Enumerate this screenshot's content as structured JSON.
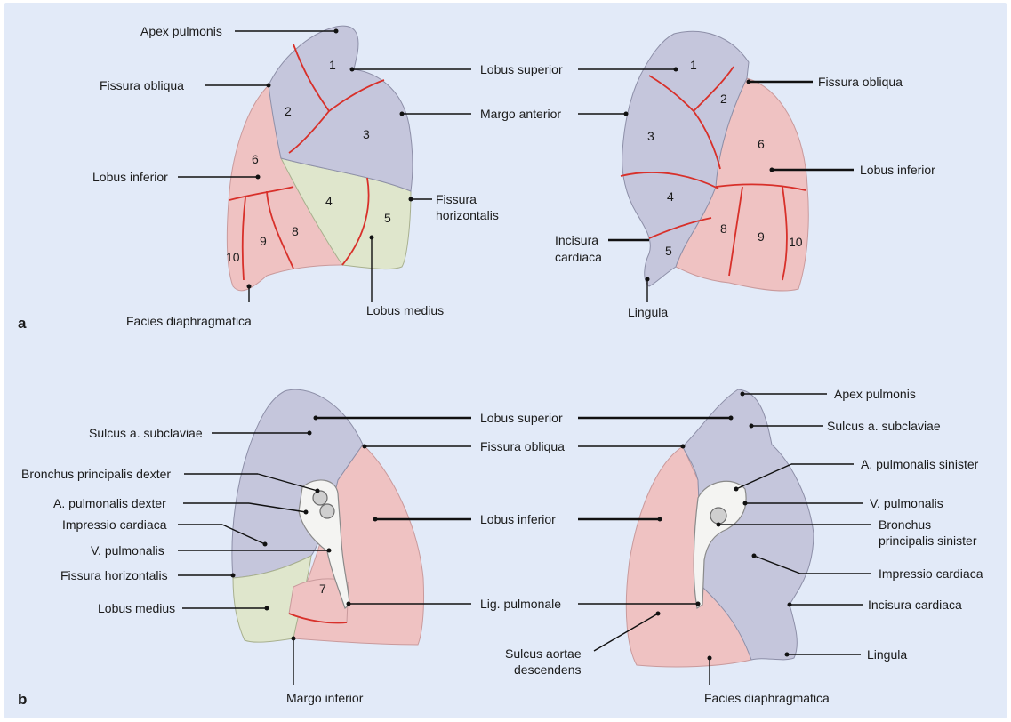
{
  "panels": {
    "a": "a",
    "b": "b"
  },
  "panel_a": {
    "right_lung_labels": {
      "apex": "Apex pulmonis",
      "fissura_obliqua": "Fissura obliqua",
      "lobus_inferior": "Lobus inferior",
      "facies_diaphragmatica": "Facies diaphragmatica",
      "lobus_medius": "Lobus medius",
      "fissura_horizontalis_1": "Fissura",
      "fissura_horizontalis_2": "horizontalis"
    },
    "shared_labels": {
      "lobus_superior": "Lobus superior",
      "margo_anterior": "Margo anterior"
    },
    "left_lung_labels": {
      "fissura_obliqua": "Fissura obliqua",
      "lobus_inferior": "Lobus inferior",
      "incisura_1": "Incisura",
      "incisura_2": "cardiaca",
      "lingula": "Lingula"
    },
    "right_segments": [
      "1",
      "2",
      "3",
      "4",
      "5",
      "6",
      "8",
      "9",
      "10"
    ],
    "left_segments": [
      "1",
      "2",
      "3",
      "4",
      "5",
      "6",
      "8",
      "9",
      "10"
    ]
  },
  "panel_b": {
    "left_side_labels": {
      "sulcus_subclaviae": "Sulcus a. subclaviae",
      "bronchus_dexter": "Bronchus principalis dexter",
      "a_pulmonalis_dexter": "A. pulmonalis dexter",
      "impressio_cardiaca": "Impressio cardiaca",
      "v_pulmonalis": "V. pulmonalis",
      "fissura_horizontalis": "Fissura horizontalis",
      "lobus_medius": "Lobus medius",
      "margo_inferior": "Margo inferior"
    },
    "center_labels": {
      "lobus_superior": "Lobus superior",
      "fissura_obliqua": "Fissura obliqua",
      "lobus_inferior": "Lobus inferior",
      "lig_pulmonale": "Lig. pulmonale",
      "sulcus_aortae_1": "Sulcus aortae",
      "sulcus_aortae_2": "descendens"
    },
    "right_side_labels": {
      "apex": "Apex pulmonis",
      "sulcus_subclaviae": "Sulcus a. subclaviae",
      "a_pulmonalis_sinister": "A. pulmonalis sinister",
      "v_pulmonalis": "V. pulmonalis",
      "bronchus_sinister_1": "Bronchus",
      "bronchus_sinister_2": "principalis sinister",
      "impressio_cardiaca": "Impressio cardiaca",
      "incisura_cardiaca": "Incisura cardiaca",
      "lingula": "Lingula",
      "facies_diaphragmatica": "Facies diaphragmatica"
    },
    "segment_7": "7"
  },
  "colors": {
    "background": "#e2eaf8",
    "lobus_superior": "#c5c6dc",
    "lobus_inferior": "#efc2c2",
    "lobus_medius": "#dfe6cc",
    "segment_border": "#d8302a"
  }
}
